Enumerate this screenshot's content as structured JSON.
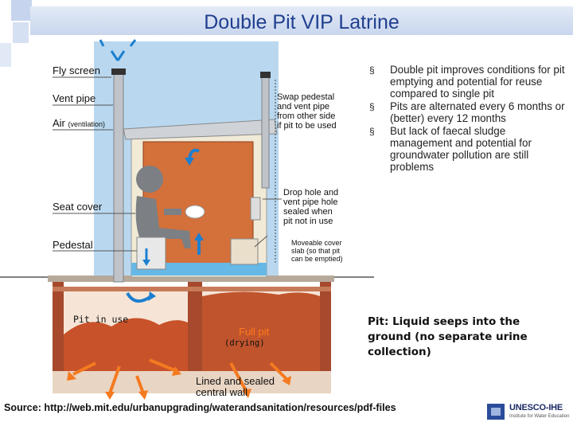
{
  "slide": {
    "title": "Double Pit VIP Latrine"
  },
  "bullets": [
    "Double pit improves conditions for pit emptying and potential for reuse compared to single pit",
    "Pits are alternated every 6 months or (better) every 12 months",
    "But lack of faecal sludge management and potential for groundwater pollution are still problems"
  ],
  "bullet_marker": "§",
  "pit_note": "Pit: Liquid seeps into the ground (no separate urine collection)",
  "source": {
    "prefix": "Source: ",
    "url": "http://web.mit.edu/urbanupgrading/waterandsanitation/resources/pdf-files"
  },
  "logo": {
    "name": "UNESCO-IHE",
    "tagline": "Institute for Water Education"
  },
  "diagram": {
    "labels": {
      "fly_screen": "Fly screen",
      "vent_pipe": "Vent pipe",
      "air": "Air",
      "air_sub": "(ventilation)",
      "swap": [
        "Swap pedestal",
        "and vent pipe",
        "from other side",
        "if pit to be used"
      ],
      "drop_hole": [
        "Drop hole and",
        "vent pipe hole",
        "sealed when",
        "pit not in use"
      ],
      "seat_cover": "Seat cover",
      "pedestal": "Pedestal",
      "moveable": [
        "Moveable cover",
        "slab (so that pit",
        "can be emptied)"
      ],
      "pit_in_use": "Pit in use",
      "full_pit": "Full pit",
      "drying": "(drying)",
      "wall": [
        "Lined and sealed",
        "central wall"
      ]
    },
    "colors": {
      "door": "#d4703a",
      "sky": "#b9d8ef",
      "sludge": "#c8522a",
      "brick": "#a6492c",
      "arrow_blue": "#1d7fd0",
      "arrow_orange": "#f47a20"
    }
  }
}
